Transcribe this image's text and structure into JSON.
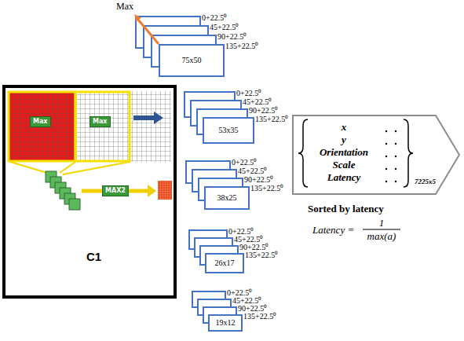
{
  "diagram": {
    "nodes": [
      {
        "text": [
          "C1"
        ]
      },
      {
        "text": [
          "Max"
        ],
        "in": 0
      },
      {
        "text": [
          "Max"
        ],
        "in": 0
      },
      {
        "text": [
          "MAX2"
        ],
        "in": 0
      },
      {
        "text": [
          "0+22.5⁰"
        ]
      },
      {
        "text": [
          "45+22.5⁰"
        ]
      },
      {
        "text": [
          "90+22.5⁰"
        ]
      },
      {
        "text": [
          "135+22.5⁰",
          "75x50"
        ]
      },
      {
        "text": [
          "0+22.5⁰"
        ]
      },
      {
        "text": [
          "45+22.5⁰"
        ]
      },
      {
        "text": [
          "90+22.5⁰"
        ]
      },
      {
        "text": [
          "135+22.5⁰",
          "53x35"
        ]
      },
      {
        "text": [
          "0+22.5⁰"
        ]
      },
      {
        "text": [
          "45+22.5⁰"
        ]
      },
      {
        "text": [
          "90+22.5⁰"
        ]
      },
      {
        "text": [
          "135+22.5⁰",
          "38x25"
        ]
      },
      {
        "text": [
          "0+22.5⁰"
        ]
      },
      {
        "text": [
          "45+22.5⁰"
        ]
      },
      {
        "text": [
          "90+22.5⁰"
        ]
      },
      {
        "text": [
          "135+22.5⁰",
          "26x17"
        ]
      },
      {
        "text": [
          "0+22.5⁰"
        ]
      },
      {
        "text": [
          "45+22.5⁰"
        ]
      },
      {
        "text": [
          "90+22.5⁰"
        ]
      },
      {
        "text": [
          "135+22.5⁰",
          "19x12"
        ]
      },
      {
        "text": [
          "x",
          "y",
          "Orientation",
          "Scale",
          "Latency",
          "7225x5"
        ]
      }
    ],
    "labels": [
      "Max",
      "Sorted by latency",
      "Latency =",
      "1",
      "max(a)"
    ]
  }
}
